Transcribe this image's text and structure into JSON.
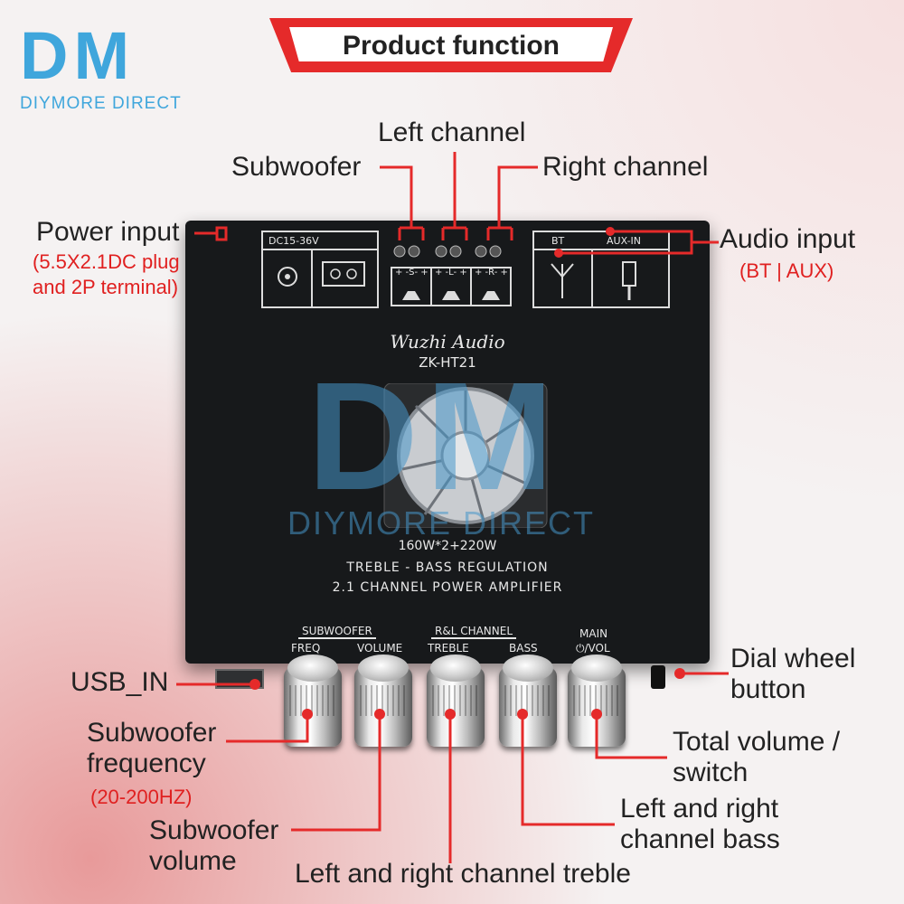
{
  "brand": {
    "logo_mark": "DM",
    "logo_text": "DIYMORE DIRECT"
  },
  "header": {
    "title": "Product function"
  },
  "watermark": {
    "mark": "DM",
    "text": "DIYMORE DIRECT"
  },
  "colors": {
    "accent_red": "#e52a2a",
    "brand_blue": "#3fa6dc",
    "board": "#17191b"
  },
  "labels": {
    "left_channel": "Left channel",
    "subwoofer": "Subwoofer",
    "right_channel": "Right channel",
    "power_input": "Power input",
    "power_input_note": "(5.5X2.1DC plug\nand 2P terminal)",
    "audio_input": "Audio input",
    "audio_input_note": "(BT | AUX)",
    "usb_in": "USB_IN",
    "dial_wheel": "Dial wheel\nbutton",
    "sub_freq": "Subwoofer\nfrequency",
    "sub_freq_note": "(20-200HZ)",
    "total_volume": "Total volume /\nswitch",
    "lr_bass": "Left and right\nchannel bass",
    "sub_volume": "Subwoofer\nvolume",
    "lr_treble": "Left and right channel treble"
  },
  "board": {
    "brand": "Wuzhi Audio",
    "model": "ZK-HT21",
    "power_rating": "160W*2+220W",
    "desc1": "TREBLE - BASS REGULATION",
    "desc2": "2.1 CHANNEL POWER AMPLIFIER",
    "dc_label": "DC15-36V",
    "terminal_s": "+ -S- +",
    "terminal_l": "+ -L- +",
    "terminal_r": "+ -R- +",
    "bt_label": "BT",
    "aux_label": "AUX-IN",
    "group_sub": "SUBWOOFER",
    "group_rl": "R&L CHANNEL",
    "group_main": "MAIN",
    "knob_freq": "FREQ",
    "knob_volume": "VOLUME",
    "knob_treble": "TREBLE",
    "knob_bass": "BASS",
    "knob_vol": "⏻/VOL"
  }
}
